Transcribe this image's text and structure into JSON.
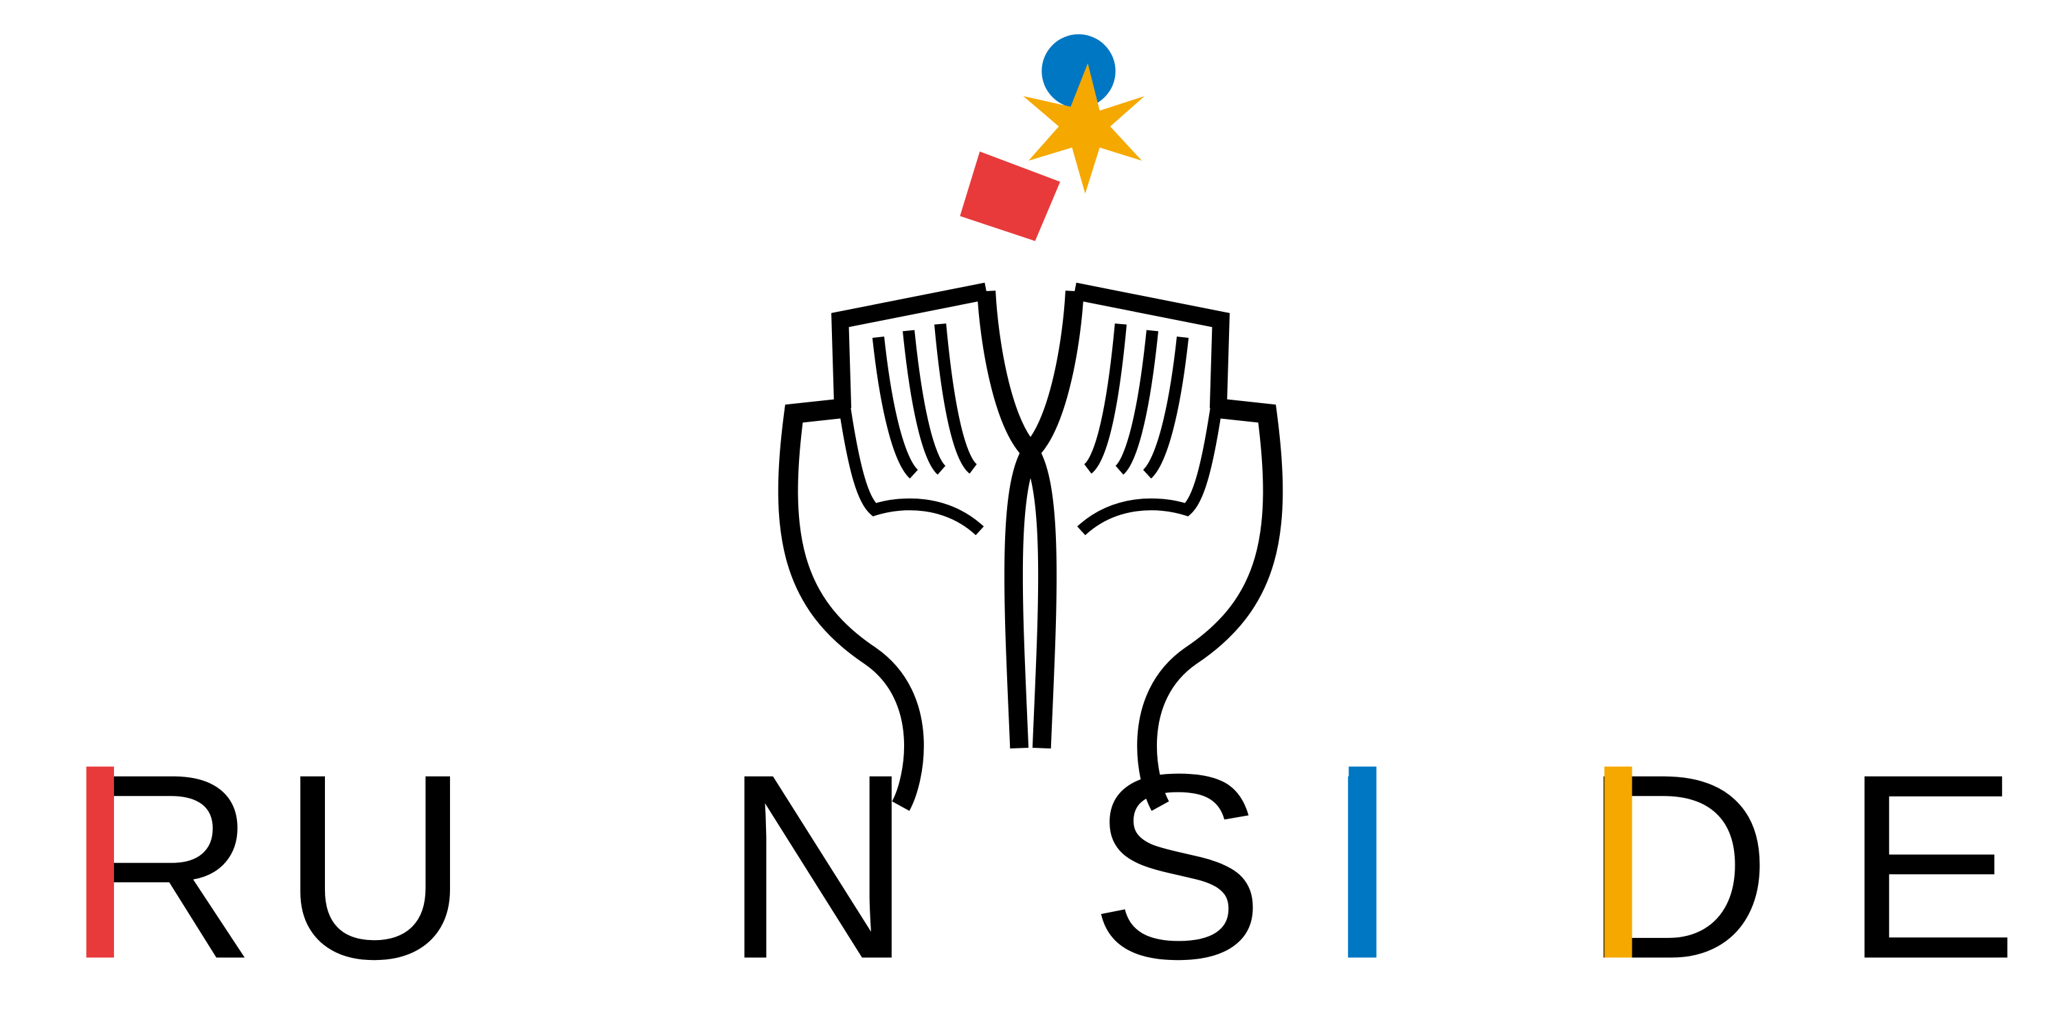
{
  "logo": {
    "wordmark": "RUNSIDE",
    "letters": [
      "R",
      "U",
      "N",
      "S",
      "I",
      "D",
      "E"
    ],
    "colors": {
      "red": "#e83a3a",
      "blue": "#0077c3",
      "orange": "#f5a800",
      "black": "#000000"
    },
    "icons": [
      "blue-circle",
      "orange-star",
      "red-square",
      "two-hands"
    ]
  }
}
